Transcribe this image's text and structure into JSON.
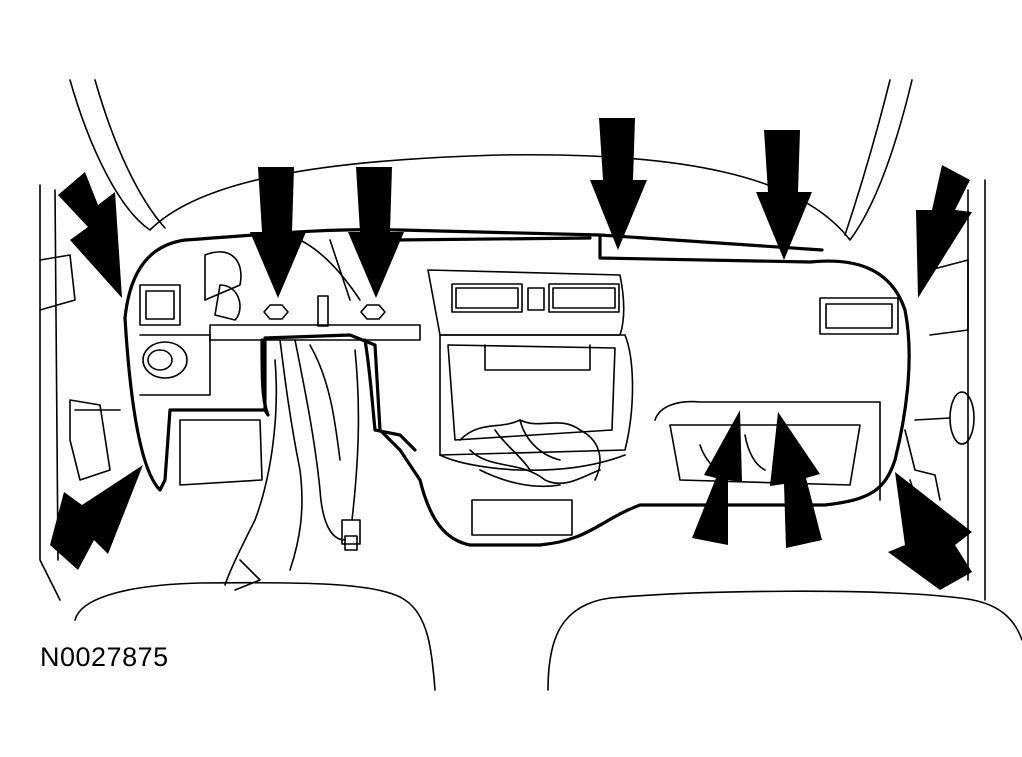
{
  "figure": {
    "id_label": "N0027875"
  },
  "colors": {
    "line": "#000000",
    "background": "#ffffff"
  },
  "arrows": [
    {
      "name": "arrow-left-a-pillar",
      "direction": "down-right"
    },
    {
      "name": "arrow-left-lower",
      "direction": "up-right"
    },
    {
      "name": "arrow-steering-bolt-left",
      "direction": "down"
    },
    {
      "name": "arrow-steering-bolt-right",
      "direction": "down"
    },
    {
      "name": "arrow-defroster-left",
      "direction": "down"
    },
    {
      "name": "arrow-defroster-right",
      "direction": "down"
    },
    {
      "name": "arrow-right-a-pillar",
      "direction": "down-left"
    },
    {
      "name": "arrow-right-lower",
      "direction": "up-left"
    },
    {
      "name": "arrow-glovebox-left",
      "direction": "up-right"
    },
    {
      "name": "arrow-glovebox-right",
      "direction": "up-left"
    }
  ]
}
